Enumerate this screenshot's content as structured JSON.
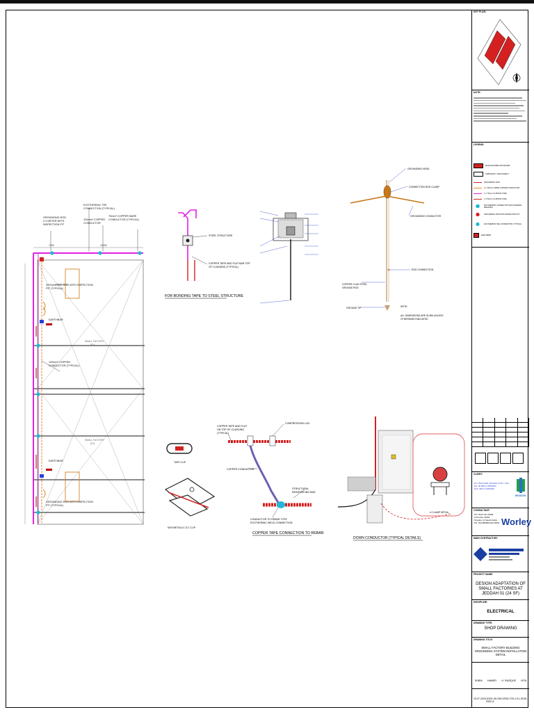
{
  "detail_titles": {
    "bonding": "FOR BONDING TAPE TO STEEL STRUCTURE",
    "rebar": "COPPER TAPE CONNECTION TO REBAR",
    "down": "DOWN CONDUCTOR (TYPICAL DETAILS)",
    "uclamp": "U CLAMP DETAIL"
  },
  "plan_labels": {
    "rod_pit": "GROUNDING ROD\n2.4 METER WITH\nINSPECTION PIT",
    "exothermic": "EXOTHERMIC TEE\nCONNECTION (TYPICAL)",
    "copper120": "120mm² COPPER\nCONDUCTOR",
    "bare70": "70mm² COPPER BARE\nCONDUCTOR (TYPICAL)",
    "rod_pit_typ": "GROUNDING ROD WITH INSPECTION\nPIT (TYPICAL)",
    "earthbar": "EARTHBAR",
    "copper120_typ": "120mm² COPPER\nCONDUCTOR (TYPICAL)",
    "factory": "SMALL FACTORY\n(F1)",
    "dim1": "7200",
    "dim2": "12000"
  },
  "bonding_labels": {
    "steel": "STEEL STRUCTURE",
    "tape": "COPPER TAPE AND FLAT BAR TOP\nOF CLADDING (TYPICAL)"
  },
  "rod_labels": {
    "head": "GROUNDING HEAD",
    "clamp": "CONNECTION ROD CLAMP",
    "conductor": "GROUNDING CONDUCTOR",
    "coupling": "ROD CONNECTION",
    "rod": "COPPER CLAD STEEL\nGROUND ROD",
    "tip": "GROUND TIP",
    "note_head": "NOTE:",
    "note": "ALL DIMENSIONS ARE IN MM UNLESS\nOTHERWISE INDICATED"
  },
  "rebar_labels": {
    "compression": "COMPRESSION LUG",
    "tape": "COPPER TAPE AND FLAT\nON TOP OF CLADDING\n(TYPICAL)",
    "conductor": "COPPER CONDUCTOR",
    "steel": "STRUCTURAL\nREINFORCING BAR",
    "exo": "CONDUCTOR TO REBAR TYPE\nEXOTHERMIC WELD CONNECTION"
  },
  "clip_labels": {
    "tape": "TAPE CLIP",
    "dc": "NON METALLIC D.C CLIP"
  },
  "titleblock": {
    "key_plan": "KEY PLAN:",
    "notes": "NOTE:",
    "legend": "LEGEND:",
    "legend_items": [
      "MAIN DISTRIBUTION BOARD",
      "SUB/SAFETY DISCONNECT",
      "GROUNDING ROD",
      "1 X 120mm² BARE COPPER CONDUCTOR",
      "1 X 70mm² CLIPPING TAPE",
      "1 X 50mm² CLIPPING TAPE",
      "EXOTHERMIC CONNECTION (EXOTHERMIC WELDING)",
      "GROUNDING ROD WITH INSPECTION PIT",
      "EXOTHERMIC TEE CONNECTION (TYPICAL)",
      "EARTHBAR"
    ],
    "client_head": "CLIENT:",
    "client_addr": "P.O. BOX 8425, RIYADH 11767, KSA\nPH: 00 966 11 0000000\nFAX: 966 11 0000000",
    "consultant_head": "CONSULTANT:",
    "consultant_addr": "P.O. BOX NO.31699\nAl Khobar 31952\nKingdom of Saudi Arabia\nPH: 013-8558330 Ext 8842",
    "consultant_logo": "Worley",
    "main_contractor_head": "MAIN CONTRACTOR:",
    "project_head": "PROJECT NAME:",
    "project": "DESIGN ADAPTATION OF SMALL FACTORIES AT JEDDAH 01 (24 SF)",
    "discipline_head": "DISCIPLINE:",
    "discipline": "ELECTRICAL",
    "type_head": "DRAWING TYPE:",
    "type": "SHOP DRAWING",
    "title_head": "DRAWING TITLE:",
    "title": "SMALL FACTORY BUILDING GROUNDING SYSTEM INSTALLATION DETAIL",
    "sign": [
      "SUBNI",
      "HAMED",
      "H. RAZIQUE",
      "N/TA"
    ],
    "date": "15.07.2024",
    "docno": "J2401-06-SDH-END-T09-1-EL-SDW-9302-A"
  },
  "colors": {
    "magenta": "#e020e0",
    "red": "#d42020",
    "orange": "#e08a20",
    "blue": "#2a40d8",
    "cyan": "#20b8d8",
    "grey": "#8a8a8a"
  }
}
